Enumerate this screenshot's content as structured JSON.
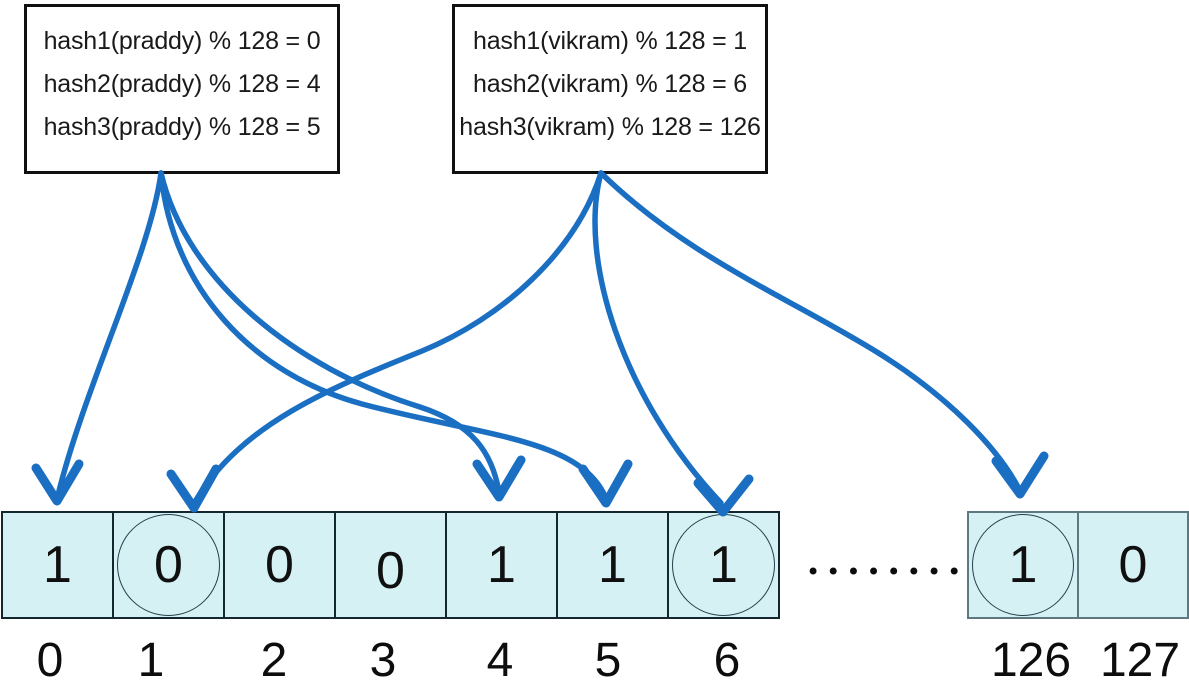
{
  "hash_boxes": [
    {
      "id": "praddy",
      "lines": [
        "hash1(praddy) % 128 = 0",
        "hash2(praddy) % 128 = 4",
        "hash3(praddy) % 128 = 5"
      ]
    },
    {
      "id": "vikram",
      "lines": [
        "hash1(vikram) % 128 = 1",
        "hash2(vikram) % 128 = 6",
        "hash3(vikram) % 128 = 126"
      ]
    }
  ],
  "bit_array": {
    "cells": [
      {
        "index": "0",
        "value": "1",
        "circled": false
      },
      {
        "index": "1",
        "value": "0",
        "circled": true
      },
      {
        "index": "2",
        "value": "0",
        "circled": false
      },
      {
        "index": "3",
        "value": "0",
        "circled": false
      },
      {
        "index": "4",
        "value": "1",
        "circled": false
      },
      {
        "index": "5",
        "value": "1",
        "circled": false
      },
      {
        "index": "6",
        "value": "1",
        "circled": true
      },
      {
        "index": "126",
        "value": "1",
        "circled": true
      },
      {
        "index": "127",
        "value": "0",
        "circled": false
      }
    ],
    "ellipsis": "•••••••••"
  },
  "arrows": {
    "mappings": [
      {
        "from": "praddy",
        "to_index": "0"
      },
      {
        "from": "praddy",
        "to_index": "4"
      },
      {
        "from": "praddy",
        "to_index": "5"
      },
      {
        "from": "vikram",
        "to_index": "1"
      },
      {
        "from": "vikram",
        "to_index": "6"
      },
      {
        "from": "vikram",
        "to_index": "126"
      }
    ]
  },
  "colors": {
    "arrow_blue": "#1a6fc2",
    "cell_fill": "#d6f1f3",
    "cell_border": "#132730",
    "far_cell_border": "#5d7880",
    "box_border": "#101010",
    "text": "#1a1a1a",
    "background": "#ffffff"
  }
}
